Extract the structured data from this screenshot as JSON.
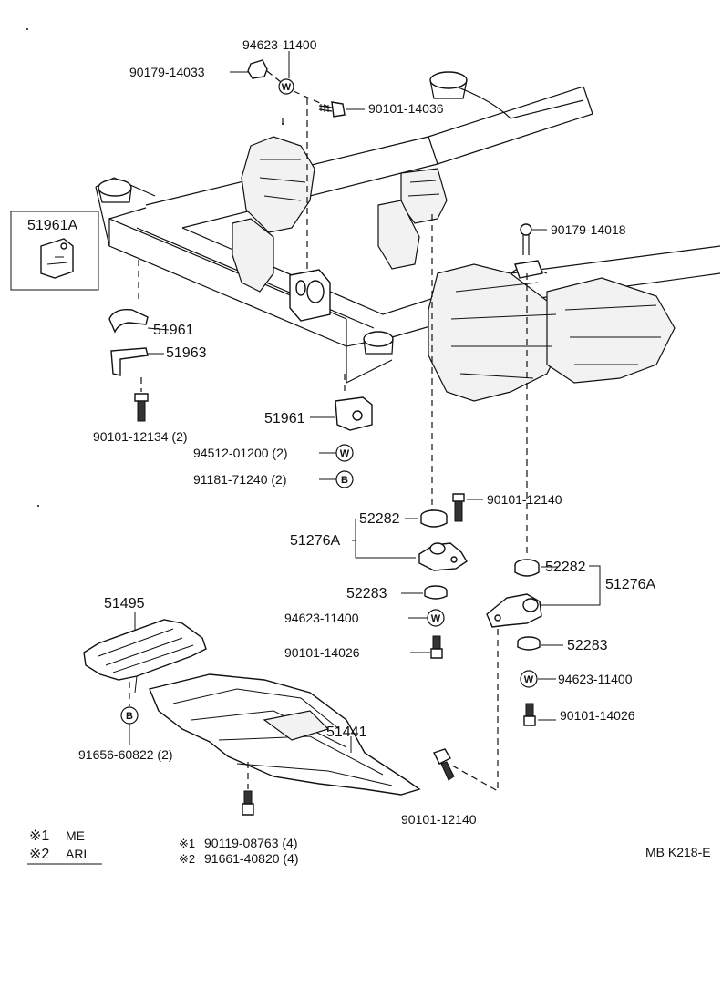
{
  "labels": {
    "p94623_11400_top": "94623-11400",
    "p90179_14033": "90179-14033",
    "p90101_14036": "90101-14036",
    "p51961A": "51961A",
    "p90179_14018": "90179-14018",
    "p51961_a": "51961",
    "p51963": "51963",
    "p90101_12134": "90101-12134 (2)",
    "p51961_b": "51961",
    "p94512_01200": "94512-01200 (2)",
    "p91181_71240": "91181-71240 (2)",
    "p90101_12140_a": "90101-12140",
    "p52282_a": "52282",
    "p51276A_a": "51276A",
    "p52282_b": "52282",
    "p51276A_b": "51276A",
    "p52283_a": "52283",
    "p94623_11400_mid": "94623-11400",
    "p90101_14026_a": "90101-14026",
    "p52283_b": "52283",
    "p94623_11400_right": "94623-11400",
    "p90101_14026_b": "90101-14026",
    "p51495": "51495",
    "p51441": "51441",
    "p91656_60822": "91656-60822 (2)",
    "p90101_12140_b": "90101-12140",
    "p90119_08763": "90119-08763 (4)",
    "p91661_40820": "91661-40820 (4)"
  },
  "circle_marks": {
    "w": "W",
    "b": "B"
  },
  "footnote_refs": {
    "ref1": "※1",
    "ref2": "※2"
  },
  "legend": [
    {
      "mark": "※1",
      "text": "ME"
    },
    {
      "mark": "※2",
      "text": "ARL"
    }
  ],
  "figure_code": "MB K218-E"
}
